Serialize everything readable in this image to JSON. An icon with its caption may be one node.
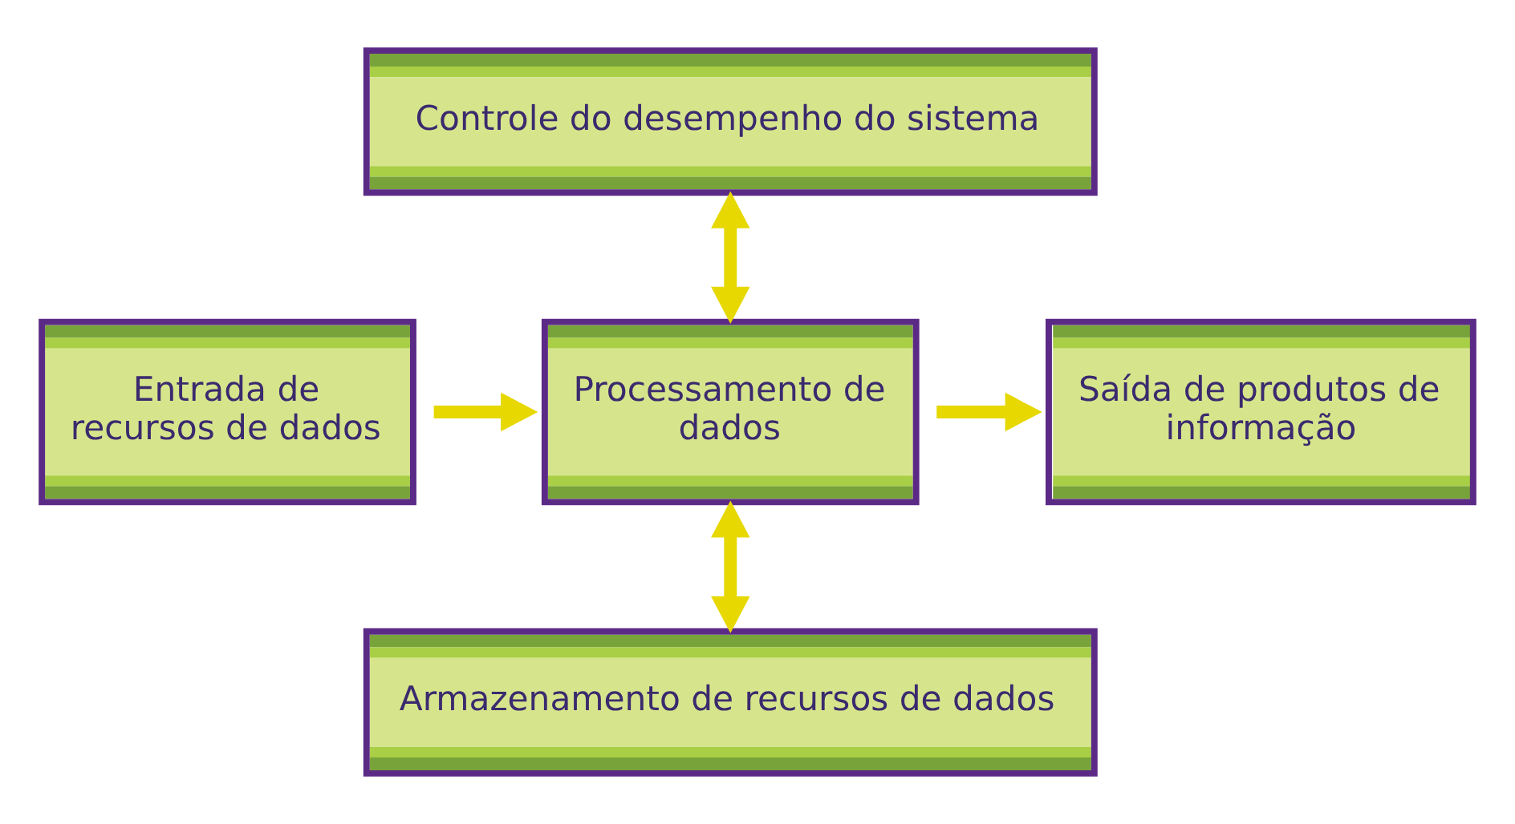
{
  "diagram": {
    "nodes": [
      {
        "text": [
          "Controle do desempenho do sistema"
        ]
      },
      {
        "text": [
          "Entrada de recursos de dados"
        ]
      },
      {
        "text": [
          "Processamento de dados"
        ]
      },
      {
        "text": [
          "Saída de produtos de informação"
        ]
      },
      {
        "text": [
          "Armazenamento de recursos de dados"
        ]
      }
    ],
    "edges": [
      {
        "from": 1,
        "to": 2,
        "arrow": "to"
      },
      {
        "from": 2,
        "to": 3,
        "arrow": "to"
      },
      {
        "from": 0,
        "to": 2,
        "arrow": "both"
      },
      {
        "from": 2,
        "to": 4,
        "arrow": "both"
      }
    ]
  }
}
